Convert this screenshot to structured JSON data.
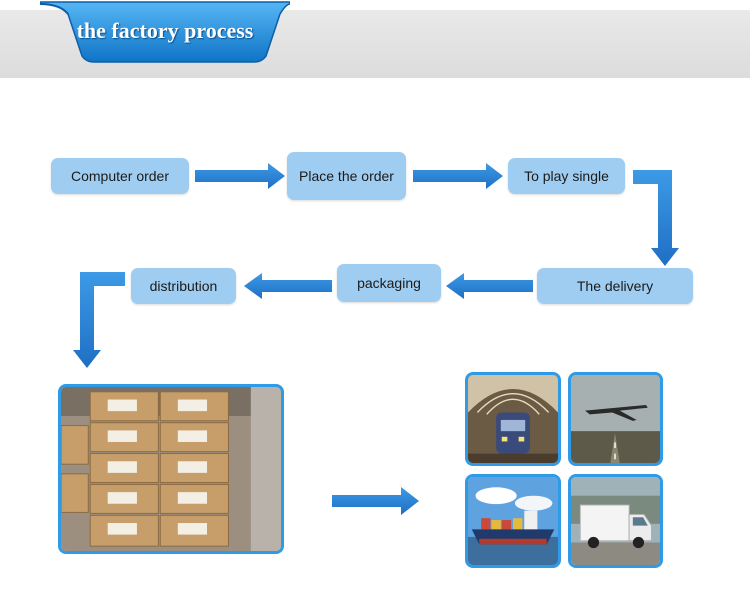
{
  "header": {
    "title": "the factory process"
  },
  "steps": [
    {
      "id": "computer",
      "label": "Computer order"
    },
    {
      "id": "place",
      "label": "Place the order"
    },
    {
      "id": "play",
      "label": "To play single"
    },
    {
      "id": "delivery",
      "label": "The delivery"
    },
    {
      "id": "packaging",
      "label": "packaging"
    },
    {
      "id": "distribution",
      "label": "distribution"
    }
  ],
  "photos": [
    {
      "name": "stacked-cartons-photo",
      "subject": "stacked cardboard cartons"
    },
    {
      "name": "train-photo",
      "subject": "train"
    },
    {
      "name": "airplane-photo",
      "subject": "airplane"
    },
    {
      "name": "cargo-ship-photo",
      "subject": "cargo ship"
    },
    {
      "name": "truck-photo",
      "subject": "truck"
    }
  ],
  "colors": {
    "accent": "#2f86d6",
    "step_fill": "#9fcdf1",
    "ribbon": "#1a8ad9",
    "header_band": "#e2e2e2"
  }
}
